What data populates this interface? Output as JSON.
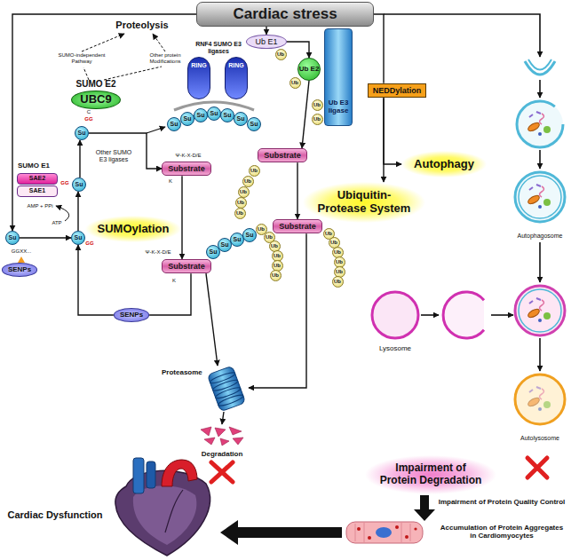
{
  "diagram": {
    "nodes": [
      {
        "text": [
          "Cardiac stress"
        ]
      },
      {
        "text": [
          "Ub E1"
        ]
      },
      {
        "text": [
          "Ub E2"
        ]
      },
      {
        "text": [
          "Ub E3 ligase"
        ]
      },
      {
        "text": [
          "RING"
        ]
      },
      {
        "text": [
          "RING"
        ]
      },
      {
        "text": [
          "NEDDylation"
        ]
      },
      {
        "text": [
          "SUMO E2",
          "UBC9"
        ]
      },
      {
        "text": [
          "Su"
        ]
      },
      {
        "text": [
          "Substrate"
        ]
      },
      {
        "text": [
          "Substrate"
        ]
      },
      {
        "text": [
          "SAE2"
        ]
      },
      {
        "text": [
          "SAE1"
        ]
      },
      {
        "text": [
          "Su"
        ]
      },
      {
        "text": [
          "Autophagy"
        ]
      },
      {
        "text": [
          "Ubiquitin-Protease System"
        ]
      },
      {
        "text": [
          "Substrate"
        ]
      },
      {
        "text": [
          "SUMOylation"
        ]
      },
      {
        "text": [
          "Su"
        ]
      },
      {
        "text": [
          "Su"
        ]
      },
      {
        "text": [
          "Substrate"
        ]
      },
      {
        "text": [
          "SENPs"
        ]
      },
      {
        "text": [
          "SENPs"
        ]
      },
      {
        "text": [
          "Proteasome"
        ]
      },
      {
        "text": [
          "Degradation"
        ]
      },
      {
        "text": [
          "Impairment of Protein Degradation"
        ]
      }
    ],
    "edges": [
      {
        "from": 0,
        "to": 18,
        "arrow": "to"
      },
      {
        "from": 0,
        "to": 1,
        "arrow": "to"
      },
      {
        "from": 0,
        "to": 6,
        "arrow": "none"
      },
      {
        "from": 6,
        "to": 15,
        "arrow": "to"
      },
      {
        "from": 6,
        "to": 14,
        "arrow": "to"
      },
      {
        "from": 1,
        "to": 2,
        "arrow": "to"
      },
      {
        "from": 2,
        "to": 9,
        "arrow": "to"
      },
      {
        "from": 9,
        "to": 16,
        "arrow": "to"
      },
      {
        "from": 16,
        "to": 23,
        "arrow": "to"
      },
      {
        "from": 18,
        "to": 19,
        "arrow": "to"
      },
      {
        "from": 19,
        "to": 13,
        "arrow": "to"
      },
      {
        "from": 13,
        "to": 8,
        "arrow": "to"
      },
      {
        "from": 8,
        "to": 10,
        "arrow": "to"
      },
      {
        "from": 10,
        "to": 20,
        "arrow": "to"
      },
      {
        "from": 20,
        "to": 22,
        "arrow": "none"
      },
      {
        "from": 22,
        "to": 19,
        "arrow": "to"
      },
      {
        "from": 20,
        "to": 23,
        "arrow": "to"
      },
      {
        "from": 23,
        "to": 24,
        "arrow": "to"
      }
    ],
    "labels": [
      "Proteolysis",
      "SUMO-independent Pathway",
      "Other protein Modifications",
      "RNF4 SUMO E3 ligases",
      "SUMO E1",
      "AMP + PPi",
      "ATP",
      "Other SUMO E3 ligases",
      "Ψ-K-X-D/E",
      "K",
      "Ψ-K-X-D/E",
      "K",
      "C",
      "GG",
      "GG",
      "GG",
      "GGXX...",
      "Autophagosome",
      "Lysosome",
      "Autolysosome",
      "Impairment of Protein Quality Control",
      "Accumulation of Protein Aggregates in Cardiomyocytes",
      "Cardiac Dysfunction",
      "Su",
      "Su",
      "Su",
      "Su",
      "Su",
      "Su",
      "Su",
      "Su",
      "Su",
      "Su",
      "Su",
      "Ub",
      "Ub",
      "Ub",
      "Ub",
      "Ub",
      "Ub",
      "Ub",
      "Ub",
      "Ub",
      "Ub",
      "Ub",
      "Ub",
      "Ub",
      "Ub",
      "Ub",
      "Ub",
      "Ub",
      "Ub",
      "Ub",
      "Ub",
      "Ub"
    ]
  }
}
